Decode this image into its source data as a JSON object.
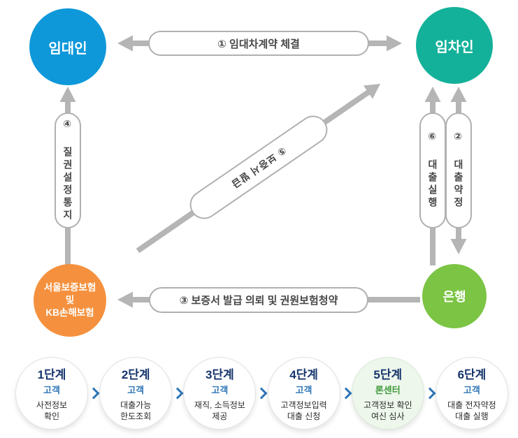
{
  "diagram": {
    "nodes": {
      "landlord": {
        "label": "임대인",
        "color": "#0e98da"
      },
      "tenant": {
        "label": "임차인",
        "color": "#14b19a"
      },
      "insurer": {
        "label": "서울보증보험\n및\nKB손해보험",
        "color": "#f5913e"
      },
      "bank": {
        "label": "은행",
        "color": "#7cc444"
      }
    },
    "edges": {
      "contract": {
        "label": "① 임대차계약 체결",
        "between": [
          "임대인",
          "임차인"
        ],
        "direction": "both"
      },
      "loan_agreement": {
        "label": "② 대출약정",
        "between": [
          "임차인",
          "은행"
        ],
        "direction": "both"
      },
      "guarantee_request": {
        "label": "③ 보증서 발급 의뢰 및 권원보험청약",
        "between": [
          "은행",
          "서울보증보험 및 KB손해보험"
        ],
        "direction": "to-insurer"
      },
      "pledge_notice": {
        "label": "④ 질권설정통지",
        "between": [
          "서울보증보험 및 KB손해보험",
          "임대인"
        ],
        "direction": "to-landlord"
      },
      "guarantee_issuance": {
        "label": "⑤ 보증서 발급",
        "between": [
          "서울보증보험 및 KB손해보험",
          "임차인"
        ],
        "direction": "to-tenant"
      },
      "loan_execution": {
        "label": "⑥ 대출실행",
        "between": [
          "은행",
          "임차인"
        ],
        "direction": "to-tenant"
      }
    },
    "line_color": "#b5b5b5"
  },
  "steps": {
    "items": [
      {
        "num": "1단계",
        "role": "고객",
        "desc": "사전정보\n확인"
      },
      {
        "num": "2단계",
        "role": "고객",
        "desc": "대출가능\n한도조회"
      },
      {
        "num": "3단계",
        "role": "고객",
        "desc": "재직, 소득정보\n제공"
      },
      {
        "num": "4단계",
        "role": "고객",
        "desc": "고객정보입력\n대출 신청"
      },
      {
        "num": "5단계",
        "role": "론센터",
        "desc": "고객정보 확인\n여신 심사",
        "highlighted": true
      },
      {
        "num": "6단계",
        "role": "고객",
        "desc": "대출 전자약정\n대출 실행"
      }
    ],
    "separator_icon": "chevron-right-icon",
    "colors": {
      "step_number": "#17356c",
      "customer_role": "#2d74b5",
      "loancenter_role": "#3f9a3c",
      "highlight_bg": "#eef7ec",
      "chevron": "#2d74b5"
    }
  }
}
